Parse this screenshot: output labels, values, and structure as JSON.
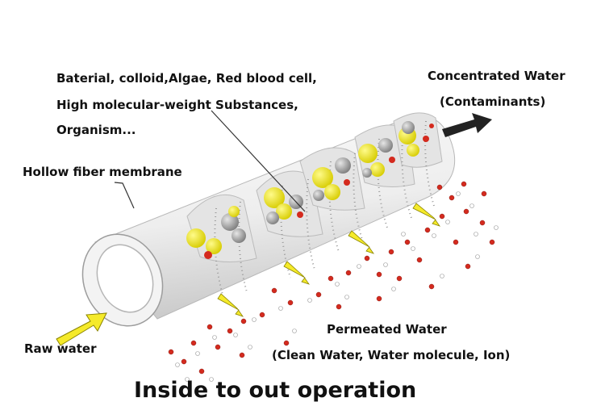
{
  "labels": {
    "substances_line1": "Baterial, colloid,Algae, Red blood cell,",
    "substances_line2": "High molecular-weight Substances,",
    "substances_line3": "Organism...",
    "concentrated_water": "Concentrated Water",
    "contaminants": "(Contaminants)",
    "hollow_fiber_membrane": "Hollow fiber membrane",
    "raw_water": "Raw water",
    "permeated_water": "Permeated Water",
    "permeated_detail": "(Clean Water, Water molecule, Ion)",
    "title": "Inside to out operation"
  },
  "colors": {
    "membrane": "#f2f2f2",
    "membrane_shadow": "#bdbdbd",
    "contaminant_yellow": "#f3ee1c",
    "contaminant_grey": "#9a9a9a",
    "molecule_red": "#d42a1e",
    "molecule_white": "#ffffff",
    "arrow_dark": "#222222",
    "arrow_yellow": "#f5ea2a"
  }
}
